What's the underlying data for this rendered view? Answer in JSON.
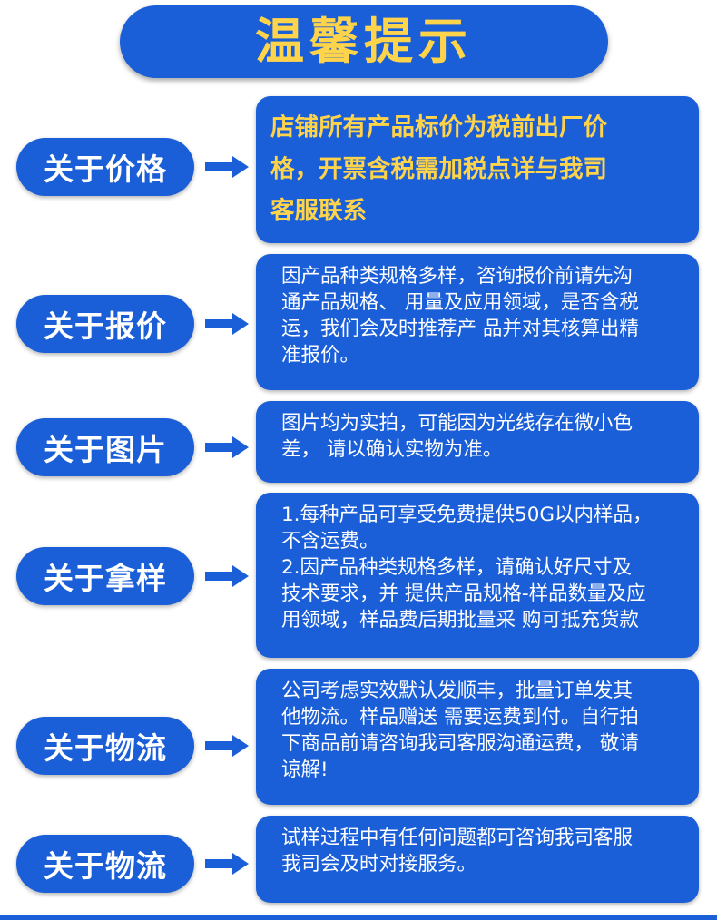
{
  "header": {
    "title": "温馨提示"
  },
  "colors": {
    "primary_blue": "#1a5fd8",
    "accent_yellow": "#ffd34a",
    "text_white": "#ffffff"
  },
  "rows": [
    {
      "label": "关于价格",
      "icon": "arrow-right-icon",
      "lines": [
        "店铺所有产品标价为税前出厂价",
        "格，开票含税需加税点详与我司",
        "客服联系"
      ]
    },
    {
      "label": "关于报价",
      "icon": "arrow-right-icon",
      "lines": [
        "因产品种类规格多样，咨询报价前请先沟",
        "通产品规格、 用量及应用领域，是否含税",
        "运，我们会及时推荐产 品并对其核算出精",
        "准报价。"
      ]
    },
    {
      "label": "关于图片",
      "icon": "arrow-right-icon",
      "lines": [
        "图片均为实拍，可能因为光线存在微小色",
        "差， 请以确认实物为准。"
      ]
    },
    {
      "label": "关于拿样",
      "icon": "arrow-right-icon",
      "lines": [
        "1.每种产品可享受免费提供50G以内样品，",
        "不含运费。",
        "2.因产品种类规格多样，请确认好尺寸及",
        "技术要求，并 提供产品规格-样品数量及应",
        "用领域，样品费后期批量采 购可抵充货款"
      ]
    },
    {
      "label": "关于物流",
      "icon": "arrow-right-icon",
      "lines": [
        "公司考虑实效默认发顺丰，批量订单发其",
        "他物流。样品赠送 需要运费到付。自行拍",
        "下商品前请咨询我司客服沟通运费， 敬请",
        "谅解!"
      ]
    },
    {
      "label": "关于物流",
      "icon": "arrow-right-icon",
      "lines": [
        "试样过程中有任何问题都可咨询我司客服",
        "我司会及时对接服务。"
      ]
    }
  ]
}
